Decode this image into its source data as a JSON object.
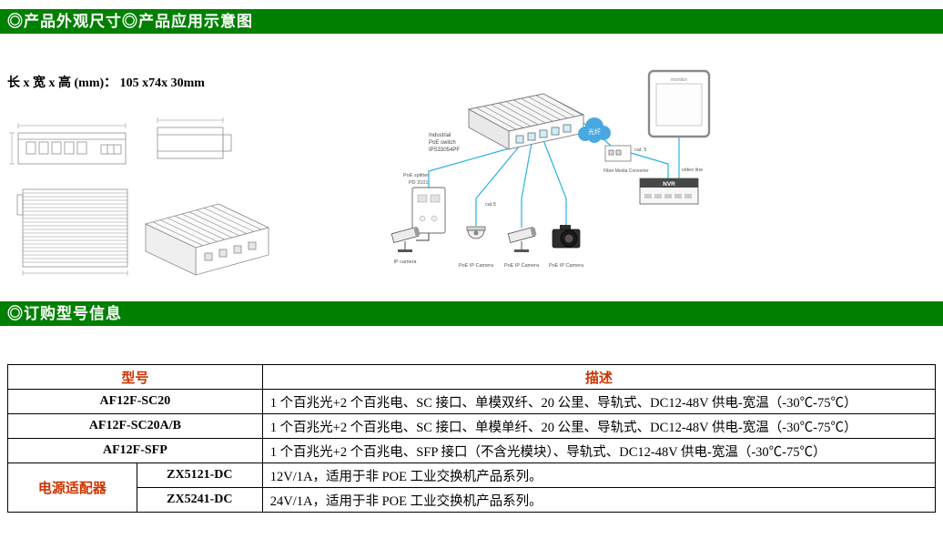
{
  "sections": {
    "appearance_title": "◎产品外观尺寸◎产品应用示意图",
    "ordering_title": "◎订购型号信息"
  },
  "colors": {
    "header_bar": "#008000",
    "table_header_text": "#cc3300",
    "diagram_line": "#2ab2e4"
  },
  "dimension_note": "长 x 宽 x 高 (mm)：  105 x74x 30mm",
  "diagram": {
    "switch_label_1": "Industrial",
    "switch_label_2": "PoE switch",
    "switch_label_3": "IPS33054PF",
    "splitter_label_1": "PoE splitter",
    "splitter_label_2": "PD 3101",
    "cloud_label": "光纤",
    "converter_label": "Fiber Media Converter",
    "monitor_label": "monitor",
    "nvr_label": "NVR",
    "cat5_top": "cat. 5",
    "video_line": "video line",
    "cat5_mid": "cat.5",
    "ip_camera": "IP camera",
    "poe_cam_1": "PoE IP Camera",
    "poe_cam_2": "PoE IP Camera",
    "poe_cam_3": "PoE IP Camera"
  },
  "table": {
    "headers": {
      "model": "型号",
      "desc": "描述"
    },
    "rows": [
      {
        "model": "AF12F-SC20",
        "desc": "1 个百兆光+2 个百兆电、SC 接口、单模双纤、20 公里、导轨式、DC12-48V 供电-宽温（-30℃-75℃）"
      },
      {
        "model": "AF12F-SC20A/B",
        "desc": "1 个百兆光+2 个百兆电、SC 接口、单模单纤、20 公里、导轨式、DC12-48V 供电-宽温（-30℃-75℃）"
      },
      {
        "model": "AF12F-SFP",
        "desc": "1 个百兆光+2 个百兆电、SFP 接口（不含光模块）、导轨式、DC12-48V 供电-宽温（-30℃-75℃）"
      }
    ],
    "adapter": {
      "label": "电源适配器",
      "rows": [
        {
          "model": "ZX5121-DC",
          "desc": "12V/1A，适用于非 POE 工业交换机产品系列。"
        },
        {
          "model": "ZX5241-DC",
          "desc": "24V/1A，适用于非 POE 工业交换机产品系列。"
        }
      ]
    }
  }
}
